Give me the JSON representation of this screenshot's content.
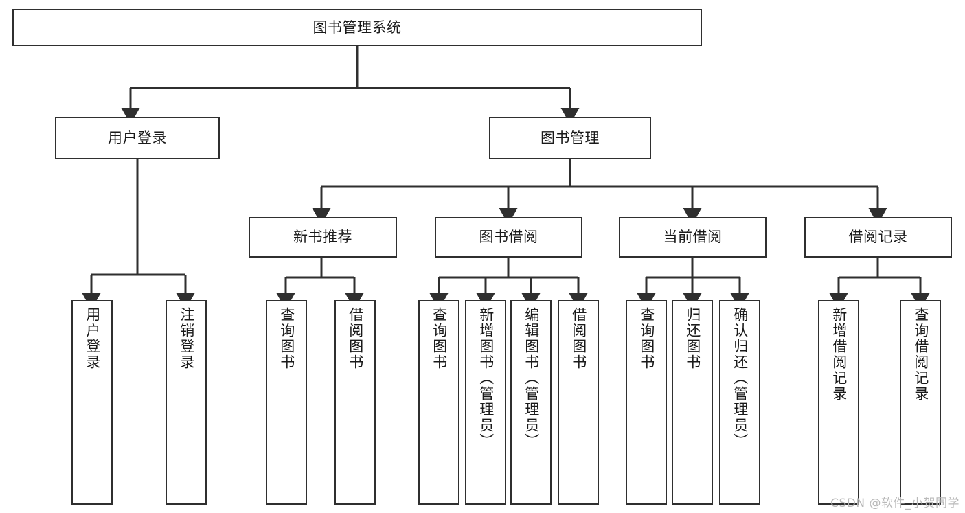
{
  "diagram": {
    "title": "图书管理系统",
    "type": "tree-hierarchy-diagram",
    "colors": {
      "background": "#ffffff",
      "node_border": "#2f2f2f",
      "node_fill": "#ffffff",
      "connector": "#2f2f2f",
      "text": "#1a1a1a",
      "watermark": "#b9b9b9"
    },
    "root": {
      "label": "图书管理系统"
    },
    "level2": [
      {
        "label": "用户登录"
      },
      {
        "label": "图书管理"
      }
    ],
    "level3": [
      {
        "label": "新书推荐"
      },
      {
        "label": "图书借阅"
      },
      {
        "label": "当前借阅"
      },
      {
        "label": "借阅记录"
      }
    ],
    "leaves": {
      "user_login": [
        {
          "label": "用户登录"
        },
        {
          "label": "注销登录"
        }
      ],
      "new_book_recommend": [
        {
          "label": "查询图书"
        },
        {
          "label": "借阅图书"
        }
      ],
      "book_borrow": [
        {
          "label": "查询图书"
        },
        {
          "label": "新增图书（管理员）"
        },
        {
          "label": "编辑图书（管理员）"
        },
        {
          "label": "借阅图书"
        }
      ],
      "current_borrow": [
        {
          "label": "查询图书"
        },
        {
          "label": "归还图书"
        },
        {
          "label": "确认归还（管理员）"
        }
      ],
      "borrow_record": [
        {
          "label": "新增借阅记录"
        },
        {
          "label": "查询借阅记录"
        }
      ]
    },
    "watermark": "CSDN @软件_小贺同学"
  }
}
